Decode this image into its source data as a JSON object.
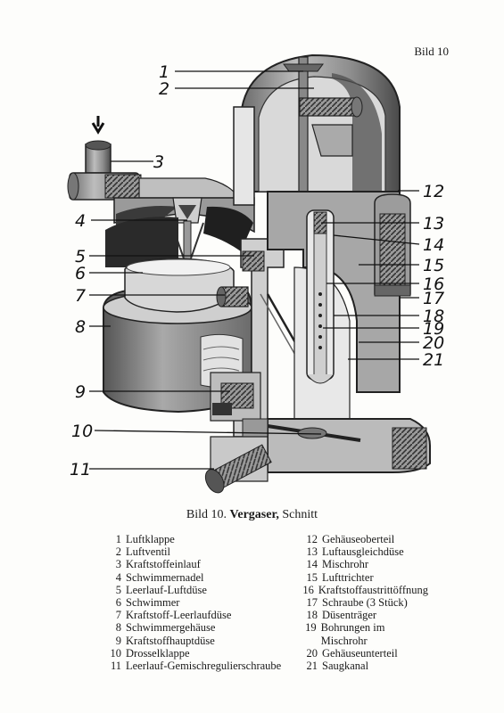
{
  "page": {
    "label": "Bild 10"
  },
  "figure": {
    "callouts": [
      "1",
      "2",
      "3",
      "4",
      "5",
      "6",
      "7",
      "8",
      "9",
      "10",
      "11",
      "12",
      "13",
      "14",
      "15",
      "16",
      "17",
      "18",
      "19",
      "20",
      "21"
    ]
  },
  "caption": {
    "prefix": "Bild 10.",
    "title": "Vergaser,",
    "suffix": "Schnitt"
  },
  "legend": {
    "left": [
      {
        "num": "1",
        "text": "Luftklappe"
      },
      {
        "num": "2",
        "text": "Luftventil"
      },
      {
        "num": "3",
        "text": "Kraftstoffeinlauf"
      },
      {
        "num": "4",
        "text": "Schwimmernadel"
      },
      {
        "num": "5",
        "text": "Leerlauf-Luftdüse"
      },
      {
        "num": "6",
        "text": "Schwimmer"
      },
      {
        "num": "7",
        "text": "Kraftstoff-Leerlaufdüse"
      },
      {
        "num": "8",
        "text": "Schwimmergehäuse"
      },
      {
        "num": "9",
        "text": "Kraftstoffhauptdüse"
      },
      {
        "num": "10",
        "text": "Drosselklappe"
      },
      {
        "num": "11",
        "text": "Leerlauf-Gemischregulierschraube"
      }
    ],
    "right": [
      {
        "num": "12",
        "text": "Gehäuseoberteil"
      },
      {
        "num": "13",
        "text": "Luftausgleichdüse"
      },
      {
        "num": "14",
        "text": "Mischrohr"
      },
      {
        "num": "15",
        "text": "Lufttrichter"
      },
      {
        "num": "16",
        "text": "Kraftstoffaustrittöffnung"
      },
      {
        "num": "17",
        "text": "Schraube (3 Stück)"
      },
      {
        "num": "18",
        "text": "Düsenträger"
      },
      {
        "num": "19",
        "text": "Bohrungen im Mischrohr"
      },
      {
        "num": "20",
        "text": "Gehäuseunterteil"
      },
      {
        "num": "21",
        "text": "Saugkanal"
      }
    ]
  }
}
